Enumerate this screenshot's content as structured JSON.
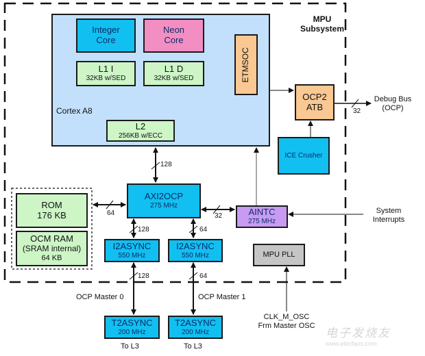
{
  "title": "MPU Subsystem",
  "subsystem": {
    "line1": "MPU",
    "line2": "Subsystem"
  },
  "cortex": {
    "label": "Cortex A8",
    "integer_core": {
      "line1": "Integer",
      "line2": "Core"
    },
    "neon_core": {
      "line1": "Neon",
      "line2": "Core"
    },
    "l1i": {
      "name": "L1 I",
      "detail": "32KB w/SED"
    },
    "l1d": {
      "name": "L1 D",
      "detail": "32KB w/SED"
    },
    "l2": {
      "name": "L2",
      "detail": "256KB w/ECC"
    },
    "etmsoc": "ETMSOC"
  },
  "ocp2atb": {
    "line1": "OCP2",
    "line2": "ATB"
  },
  "ice_crusher": "ICE Crusher",
  "debug_bus": {
    "line1": "Debug Bus",
    "line2": "(OCP)",
    "width": "32"
  },
  "axi2ocp": {
    "name": "AXI2OCP",
    "freq": "275 MHz"
  },
  "aintc": {
    "name": "AINTC",
    "freq": "275 MHz"
  },
  "system_interrupts": {
    "line1": "System",
    "line2": "Interrupts"
  },
  "rom": {
    "line1": "ROM",
    "line2": "176 KB"
  },
  "ocm_ram": {
    "line1": "OCM RAM",
    "line2": "(SRAM internal)",
    "line3": "64 KB"
  },
  "i2async_0": {
    "name": "I2ASYNC",
    "freq": "550 MHz"
  },
  "i2async_1": {
    "name": "I2ASYNC",
    "freq": "550 MHz"
  },
  "t2async_0": {
    "name": "T2ASYNC",
    "freq": "200 MHz",
    "dest": "To L3"
  },
  "t2async_1": {
    "name": "T2ASYNC",
    "freq": "200 MHz",
    "dest": "To L3"
  },
  "mpu_pll": "MPU PLL",
  "clk": {
    "line1": "CLK_M_OSC",
    "line2": "Frm Master OSC"
  },
  "ocp_master_0": "OCP Master 0",
  "ocp_master_1": "OCP Master 1",
  "bus_widths": {
    "cortex_axi": "128",
    "mem_axi": "64",
    "axi_aintc": "32",
    "axi_i2a0": "128",
    "axi_i2a1": "64",
    "i2a0_t2a0": "128",
    "i2a1_t2a1": "64"
  },
  "watermark": {
    "brand": "电子发烧友",
    "url": "www.elecfans.com"
  }
}
